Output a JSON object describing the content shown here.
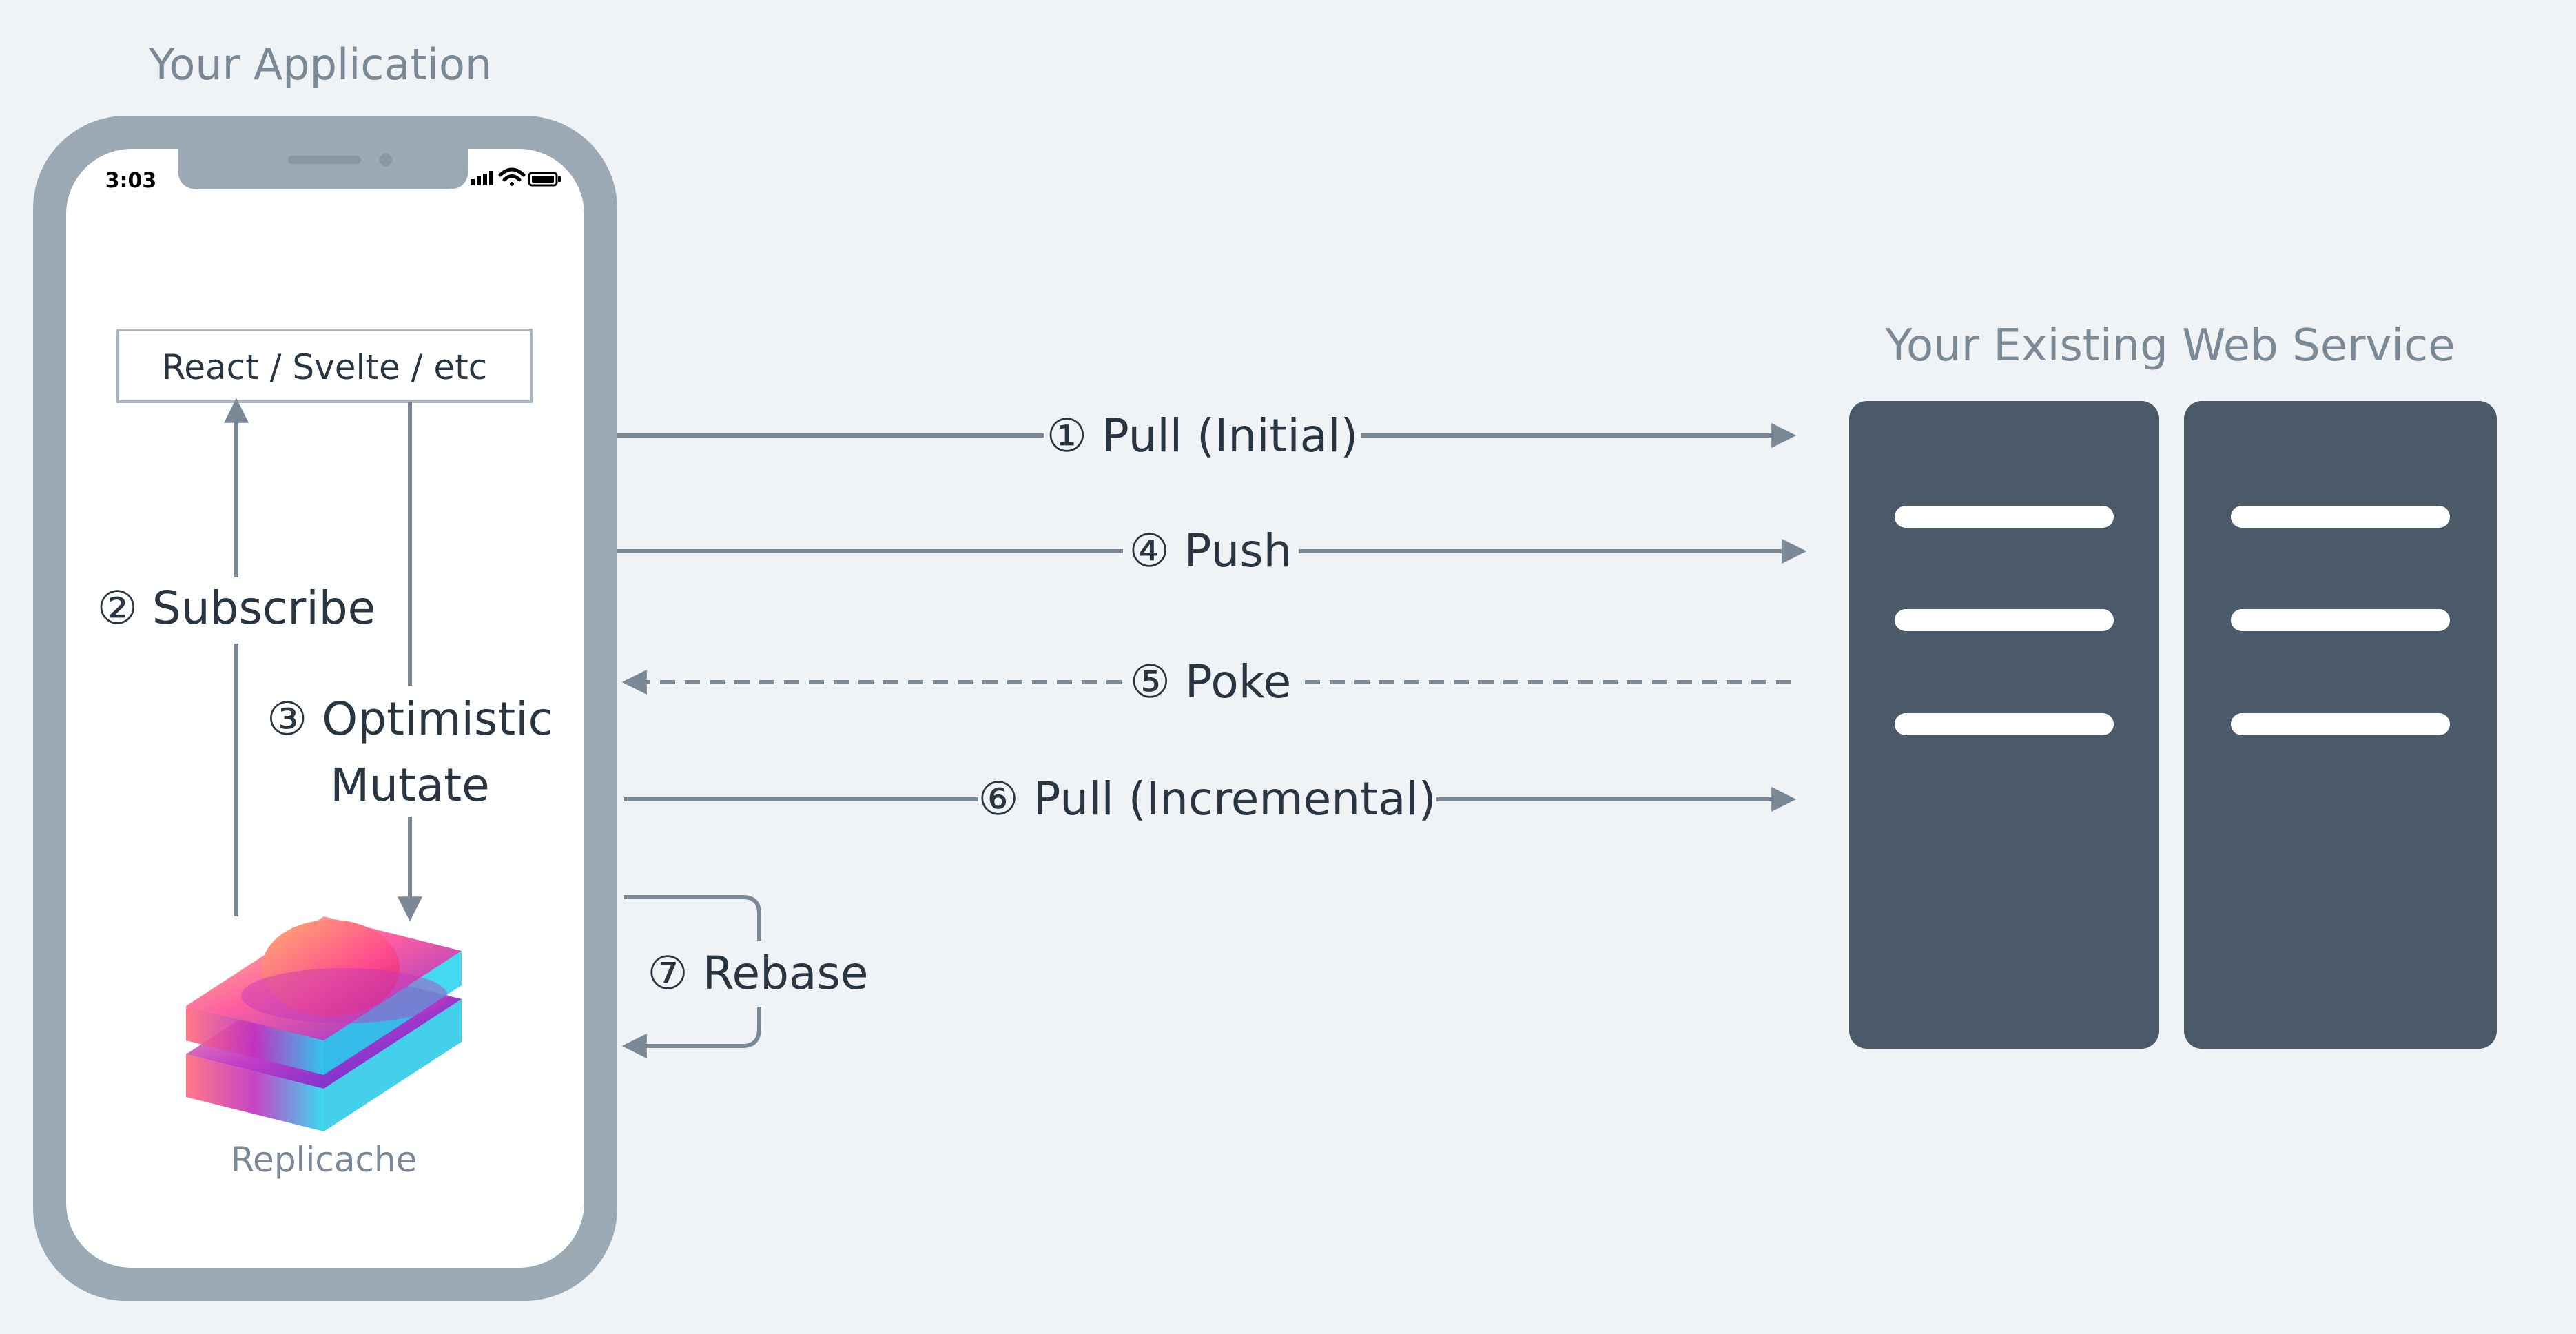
{
  "titles": {
    "app": "Your Application",
    "service": "Your Existing Web Service"
  },
  "phone": {
    "time": "3:03",
    "framework_label": "React / Svelte / etc",
    "library_label": "Replicache"
  },
  "steps": {
    "pull_initial": "① Pull (Initial)",
    "subscribe": "② Subscribe",
    "optimistic_line1": "③ Optimistic",
    "optimistic_line2": "Mutate",
    "push": "④ Push",
    "poke": "⑤ Poke",
    "pull_incremental": "⑥ Pull (Incremental)",
    "rebase": "⑦ Rebase"
  },
  "colors": {
    "background": "#eff3f6",
    "phone_frame": "#9ba9b5",
    "screen": "#ffffff",
    "server": "#4a5a68",
    "arrow": "#7b8895",
    "title_text": "#7b8895",
    "label_text": "#2a3542"
  },
  "icons": {
    "signal": "signal-icon",
    "wifi": "wifi-icon",
    "battery": "battery-icon",
    "logo": "replicache-logo-icon"
  }
}
